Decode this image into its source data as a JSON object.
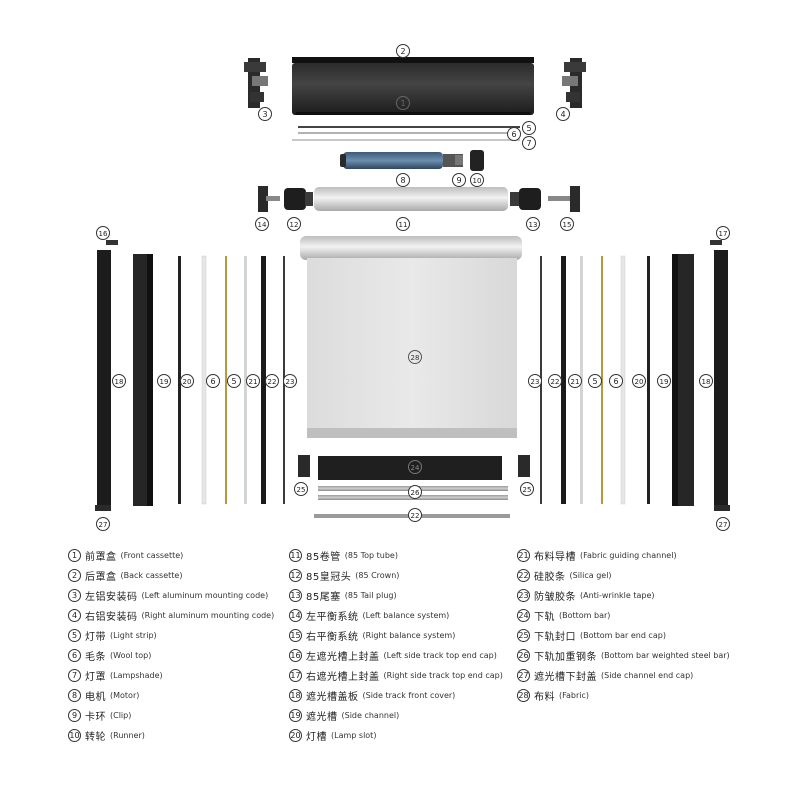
{
  "callouts": [
    "1",
    "2",
    "3",
    "4",
    "5",
    "6",
    "7",
    "8",
    "9",
    "10",
    "11",
    "12",
    "13",
    "14",
    "15",
    "16",
    "17",
    "18",
    "19",
    "20",
    "21",
    "22",
    "23",
    "24",
    "25",
    "26",
    "27",
    "28"
  ],
  "legend": [
    {
      "num": "1",
      "zh": "前罩盒",
      "en": "(Front cassette)"
    },
    {
      "num": "2",
      "zh": "后罩盒",
      "en": "(Back cassette)"
    },
    {
      "num": "3",
      "zh": "左铝安装码",
      "en": "(Left aluminum mounting code)"
    },
    {
      "num": "4",
      "zh": "右铝安装码",
      "en": "(Right aluminum mounting code)"
    },
    {
      "num": "5",
      "zh": "灯带",
      "en": "(Light strip)"
    },
    {
      "num": "6",
      "zh": "毛条",
      "en": "(Wool top)"
    },
    {
      "num": "7",
      "zh": "灯罩",
      "en": "(Lampshade)"
    },
    {
      "num": "8",
      "zh": "电机",
      "en": "(Motor)"
    },
    {
      "num": "9",
      "zh": "卡环",
      "en": "(Clip)"
    },
    {
      "num": "10",
      "zh": "转轮",
      "en": "(Runner)"
    },
    {
      "num": "11",
      "zh": "85卷管",
      "en": "(85 Top tube)"
    },
    {
      "num": "12",
      "zh": "85皇冠头",
      "en": "(85 Crown)"
    },
    {
      "num": "13",
      "zh": "85尾塞",
      "en": "(85 Tail plug)"
    },
    {
      "num": "14",
      "zh": "左平衡系统",
      "en": "(Left balance system)"
    },
    {
      "num": "15",
      "zh": "右平衡系统",
      "en": "(Right balance system)"
    },
    {
      "num": "16",
      "zh": "左遮光槽上封盖",
      "en": "(Left side track top end cap)"
    },
    {
      "num": "17",
      "zh": "右遮光槽上封盖",
      "en": "(Right side track top end cap)"
    },
    {
      "num": "18",
      "zh": "遮光槽盖板",
      "en": "(Side track front cover)"
    },
    {
      "num": "19",
      "zh": "遮光槽",
      "en": "(Side channel)"
    },
    {
      "num": "20",
      "zh": "灯槽",
      "en": "(Lamp slot)"
    },
    {
      "num": "21",
      "zh": "布料导槽",
      "en": "(Fabric guiding channel)"
    },
    {
      "num": "22",
      "zh": "硅胶条",
      "en": "(Silica gel)"
    },
    {
      "num": "23",
      "zh": "防皱胶条",
      "en": "(Anti-wrinkle tape)"
    },
    {
      "num": "24",
      "zh": "下轨",
      "en": "(Bottom bar)"
    },
    {
      "num": "25",
      "zh": "下轨封口",
      "en": "(Bottom bar end cap)"
    },
    {
      "num": "26",
      "zh": "下轨加重钢条",
      "en": "(Bottom bar weighted steel bar)"
    },
    {
      "num": "27",
      "zh": "遮光槽下封盖",
      "en": "(Side channel end cap)"
    },
    {
      "num": "28",
      "zh": "布料",
      "en": "(Fabric)"
    }
  ]
}
